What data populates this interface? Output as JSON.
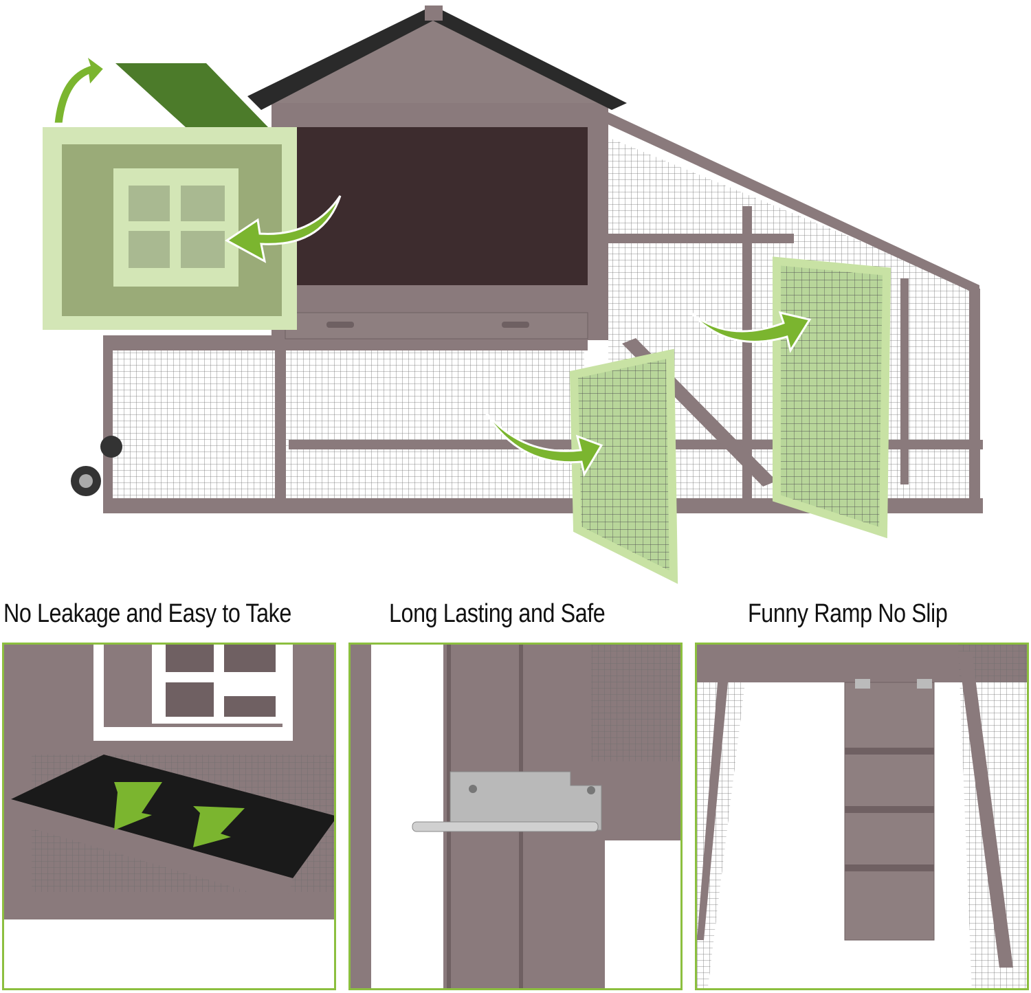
{
  "image": {
    "subject": "Wooden chicken coop with run",
    "accent_color": "#8cbf3f",
    "wood_color": "#8a7a7c",
    "roof_color": "#2a2a2a"
  },
  "features": [
    {
      "caption": "No Leakage and Easy to Take",
      "detail": "pull-out tray"
    },
    {
      "caption": "Long Lasting and Safe",
      "detail": "latch lock"
    },
    {
      "caption": "Funny Ramp No Slip",
      "detail": "ramp with slats"
    }
  ]
}
